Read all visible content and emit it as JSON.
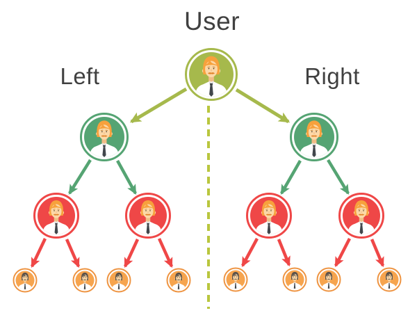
{
  "labels": {
    "root": "User",
    "left": "Left",
    "right": "Right"
  },
  "colors": {
    "olive": "#a6b94c",
    "green": "#55a473",
    "red": "#ef4747",
    "orange": "#f6a44e",
    "orangeRing": "#ee9340",
    "divider": "#b9c63e",
    "text": "#404040"
  },
  "icons": {
    "upper_node_avatar": "man-with-tie-orange-hair-avatar",
    "leaf_node_avatar": "man-with-tie-dark-hair-avatar"
  },
  "tree": {
    "type": "binary-tree",
    "root": {
      "id": "user",
      "level": 0,
      "color": "#a6b94c"
    },
    "nodes": [
      {
        "id": "left-branch",
        "level": 1,
        "side": "left",
        "color": "#55a473"
      },
      {
        "id": "right-branch",
        "level": 1,
        "side": "right",
        "color": "#55a473"
      },
      {
        "id": "left-1",
        "level": 2,
        "side": "left",
        "color": "#ef4747"
      },
      {
        "id": "left-2",
        "level": 2,
        "side": "left",
        "color": "#ef4747"
      },
      {
        "id": "right-1",
        "level": 2,
        "side": "right",
        "color": "#ef4747"
      },
      {
        "id": "right-2",
        "level": 2,
        "side": "right",
        "color": "#ef4747"
      },
      {
        "id": "leaf-1",
        "level": 3,
        "side": "left",
        "color": "#f6a44e"
      },
      {
        "id": "leaf-2",
        "level": 3,
        "side": "left",
        "color": "#f6a44e"
      },
      {
        "id": "leaf-3",
        "level": 3,
        "side": "left",
        "color": "#f6a44e"
      },
      {
        "id": "leaf-4",
        "level": 3,
        "side": "left",
        "color": "#f6a44e"
      },
      {
        "id": "leaf-5",
        "level": 3,
        "side": "right",
        "color": "#f6a44e"
      },
      {
        "id": "leaf-6",
        "level": 3,
        "side": "right",
        "color": "#f6a44e"
      },
      {
        "id": "leaf-7",
        "level": 3,
        "side": "right",
        "color": "#f6a44e"
      },
      {
        "id": "leaf-8",
        "level": 3,
        "side": "right",
        "color": "#f6a44e"
      }
    ],
    "divider": {
      "style": "dashed",
      "orientation": "vertical",
      "color": "#b9c63e"
    }
  }
}
